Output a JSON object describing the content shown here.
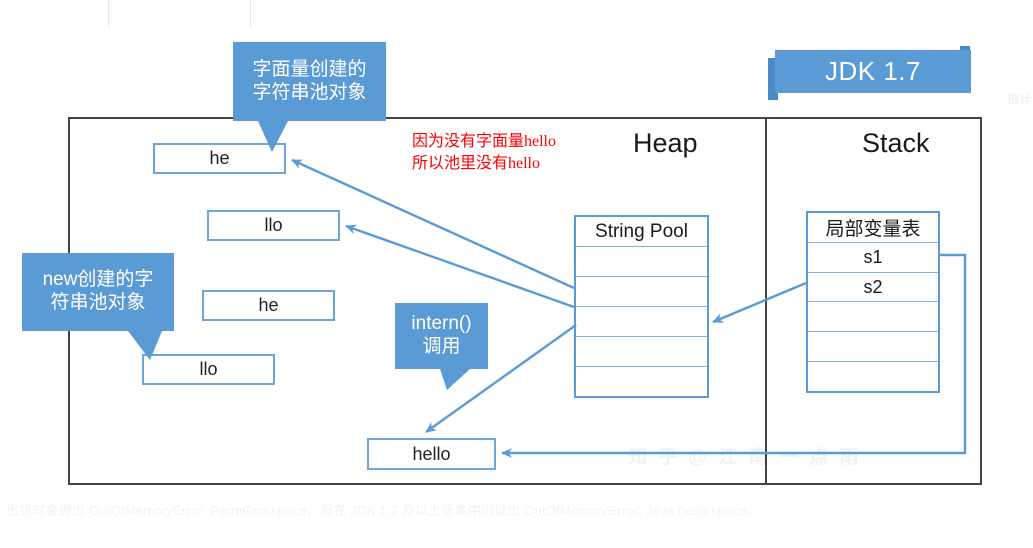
{
  "badge": {
    "label": "JDK 1.7"
  },
  "frame": {
    "heap_title": "Heap",
    "stack_title": "Stack"
  },
  "red_note": {
    "line1": "因为没有字面量hello",
    "line2": "所以池里没有hello"
  },
  "callouts": {
    "literal_pool": {
      "line1": "字面量创建的",
      "line2": "字符串池对象"
    },
    "new_pool": {
      "line1": "new创建的字",
      "line2": "符串池对象"
    },
    "intern": {
      "line1": "intern()",
      "line2": "调用"
    }
  },
  "heap_objects": [
    {
      "label": "he"
    },
    {
      "label": "llo"
    },
    {
      "label": "he"
    },
    {
      "label": "llo"
    },
    {
      "label": "hello"
    }
  ],
  "string_pool": {
    "header": "String Pool",
    "rows": [
      "",
      "",
      "",
      "",
      ""
    ]
  },
  "local_var_table": {
    "header": "局部变量表",
    "rows": [
      "s1",
      "s2",
      "",
      "",
      ""
    ]
  },
  "watermarks": {
    "line": "知 乎  @ 江 南 一 点 雨",
    "bottom": "出错时会抛出 OutOfMemoryError: PermGen space，而在 JDK 1.7 及以上版本中则抛出 OutOfMemoryError: Java heap space。",
    "right": "指针"
  },
  "colors": {
    "accent_blue": "#5b9bd5",
    "box_border": "#6aa6dd",
    "frame": "#434343",
    "annotation_red": "#ff0000"
  }
}
